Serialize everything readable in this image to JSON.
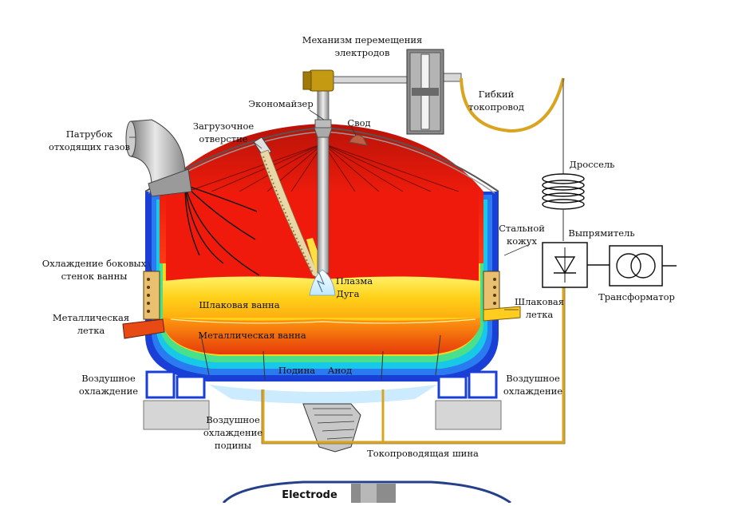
{
  "top_caption": "",
  "labels": {
    "mechanism_line1": "Механизм перемещения",
    "mechanism_line2": "электродов",
    "flexible_line1": "Гибкий",
    "flexible_line2": "токопровод",
    "economizer": "Экономайзер",
    "roof": "Свод",
    "loading_line1": "Загрузочное",
    "loading_line2": "отверстие",
    "gas_pipe_line1": "Патрубок",
    "gas_pipe_line2": "отходящих газов",
    "choke": "Дроссель",
    "steel_shell_line1": "Стальной",
    "steel_shell_line2": "кожух",
    "rectifier": "Выпрямитель",
    "transformer": "Трансформатор",
    "side_cooling_line1": "Охлаждение боковых",
    "side_cooling_line2": "стенок ванны",
    "plasma": "Плазма",
    "arc": "Дуга",
    "slag_bath": "Шлаковая ванна",
    "metal_bath": "Металлическая ванна",
    "metal_tap_line1": "Металлическая",
    "metal_tap_line2": "летка",
    "slag_tap_line1": "Шлаковая",
    "slag_tap_line2": "летка",
    "hearth": "Подина",
    "anode": "Анод",
    "air_cooling_left_line1": "Воздушное",
    "air_cooling_left_line2": "охлаждение",
    "air_cooling_right_line1": "Воздушное",
    "air_cooling_right_line2": "охлаждение",
    "hearth_cooling_line1": "Воздушное",
    "hearth_cooling_line2": "охлаждение",
    "hearth_cooling_line3": "подины",
    "busbar": "Токопроводящая шина",
    "electrode_bottom": "Electrode"
  },
  "colors": {
    "shell_blue": "#1a3fd6",
    "hot_red": "#e8180e",
    "slag_yellow": "#ffd21a",
    "metal_orange": "#f5780f",
    "cooling_cyan": "#18c8e8",
    "bus_gold": "#d9a520"
  }
}
